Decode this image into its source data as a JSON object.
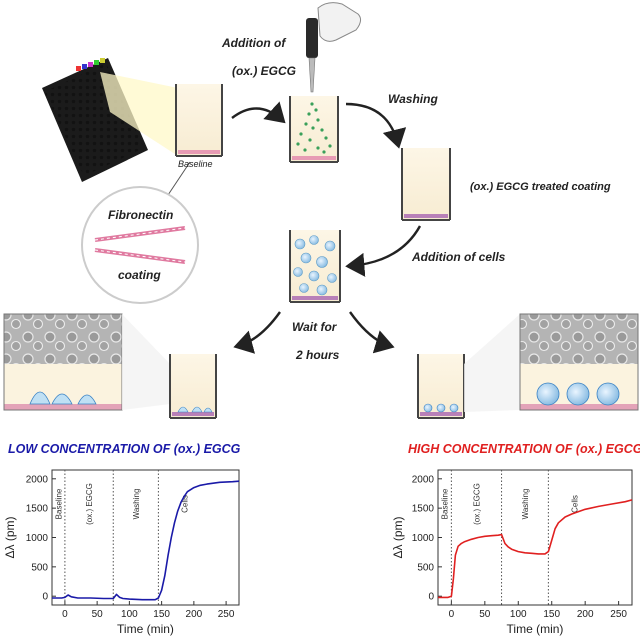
{
  "labels": {
    "addition_of": "Addition of",
    "ox_egcg": "(ox.) EGCG",
    "washing": "Washing",
    "treated_coating": "(ox.) EGCG treated coating",
    "addition_of_cells": "Addition of cells",
    "wait_for": "Wait for",
    "two_hours": "2 hours",
    "baseline": "Baseline",
    "fibronectin": "Fibronectin",
    "coating": "coating"
  },
  "headings": {
    "low": "LOW CONCENTRATION OF (ox.) EGCG",
    "high": "HIGH CONCENTRATION OF (ox.) EGCG"
  },
  "colors": {
    "low": "#1a1aa8",
    "high": "#e02020",
    "arrow": "#222222",
    "well_fill": "#fbf3df"
  },
  "chart_data": [
    {
      "type": "line",
      "title": "",
      "xlabel": "Time (min)",
      "ylabel": "Δλ (pm)",
      "xlim": [
        -20,
        270
      ],
      "ylim": [
        -150,
        2150
      ],
      "xticks": [
        "0",
        "50",
        "100",
        "150",
        "200",
        "250"
      ],
      "yticks": [
        "0",
        "500",
        "1000",
        "1500",
        "2000"
      ],
      "phases": [
        "Baseline",
        "(ox.) EGCG",
        "Washing",
        "Cells"
      ],
      "phase_boundaries": [
        0,
        75,
        145
      ],
      "series": [
        {
          "color": "#1a1aa8",
          "x": [
            -20,
            -5,
            0,
            5,
            10,
            20,
            40,
            60,
            75,
            80,
            85,
            90,
            100,
            120,
            140,
            145,
            150,
            155,
            160,
            165,
            170,
            175,
            180,
            185,
            190,
            200,
            210,
            220,
            240,
            260,
            270
          ],
          "y": [
            -30,
            -30,
            -20,
            20,
            -10,
            -30,
            -30,
            -40,
            -40,
            30,
            -20,
            -40,
            -50,
            -60,
            -60,
            -30,
            100,
            350,
            700,
            1000,
            1250,
            1450,
            1600,
            1700,
            1780,
            1850,
            1890,
            1910,
            1940,
            1950,
            1960
          ]
        }
      ]
    },
    {
      "type": "line",
      "title": "",
      "xlabel": "Time (min)",
      "ylabel": "Δλ (pm)",
      "xlim": [
        -20,
        270
      ],
      "ylim": [
        -150,
        2150
      ],
      "xticks": [
        "0",
        "50",
        "100",
        "150",
        "200",
        "250"
      ],
      "yticks": [
        "0",
        "500",
        "1000",
        "1500",
        "2000"
      ],
      "phases": [
        "Baseline",
        "(ox.) EGCG",
        "Washing",
        "Cells"
      ],
      "phase_boundaries": [
        0,
        75,
        145
      ],
      "series": [
        {
          "color": "#e02020",
          "x": [
            -20,
            -5,
            0,
            3,
            6,
            10,
            15,
            20,
            30,
            40,
            50,
            60,
            70,
            75,
            80,
            85,
            90,
            100,
            110,
            120,
            130,
            140,
            145,
            150,
            155,
            160,
            170,
            180,
            200,
            220,
            240,
            260,
            270
          ],
          "y": [
            -20,
            -20,
            0,
            300,
            700,
            850,
            900,
            930,
            970,
            1000,
            1020,
            1030,
            1040,
            1050,
            900,
            840,
            800,
            760,
            740,
            730,
            720,
            720,
            760,
            950,
            1150,
            1250,
            1350,
            1400,
            1480,
            1530,
            1570,
            1610,
            1640
          ]
        }
      ]
    }
  ]
}
